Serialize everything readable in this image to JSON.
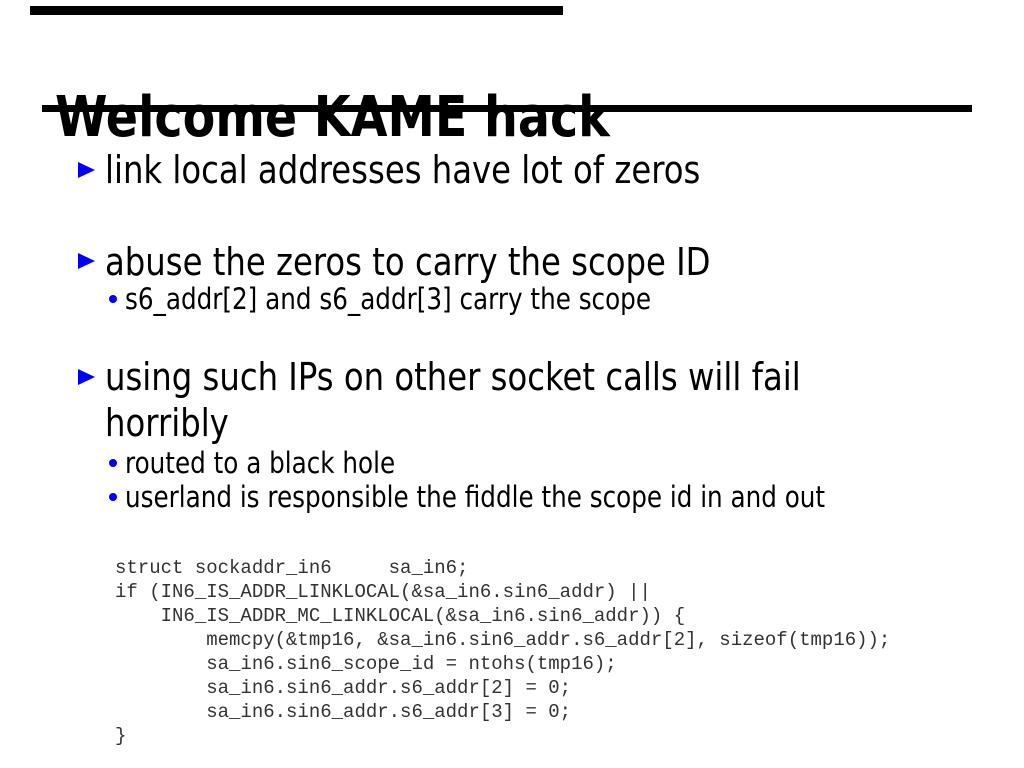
{
  "slide": {
    "title": "Welcome KAME hack",
    "bullets": [
      {
        "level": 1,
        "text": "link local addresses have lot of zeros"
      },
      {
        "level": 1,
        "text": "abuse the zeros to carry the scope ID"
      },
      {
        "level": 2,
        "text": "s6_addr[2] and s6_addr[3] carry the scope"
      },
      {
        "level": 1,
        "text": "using such IPs on other socket calls will fail horribly"
      },
      {
        "level": 2,
        "text": "routed to a black hole"
      },
      {
        "level": 2,
        "text": "userland is responsible the fiddle the scope id in and out"
      }
    ],
    "code_lines": [
      "struct sockaddr_in6     sa_in6;",
      "if (IN6_IS_ADDR_LINKLOCAL(&sa_in6.sin6_addr) ||",
      "    IN6_IS_ADDR_MC_LINKLOCAL(&sa_in6.sin6_addr)) {",
      "        memcpy(&tmp16, &sa_in6.sin6_addr.s6_addr[2], sizeof(tmp16));",
      "        sa_in6.sin6_scope_id = ntohs(tmp16);",
      "        sa_in6.sin6_addr.s6_addr[2] = 0;",
      "        sa_in6.sin6_addr.s6_addr[3] = 0;",
      "}"
    ],
    "icons": {
      "level1_marker": "triangle-right-icon",
      "level2_marker": "dot-icon"
    },
    "colors": {
      "bullet_accent": "#0000ee",
      "text": "#000000",
      "code_text": "#333333",
      "underline": "#000000",
      "progress_bar": "#000000"
    }
  }
}
